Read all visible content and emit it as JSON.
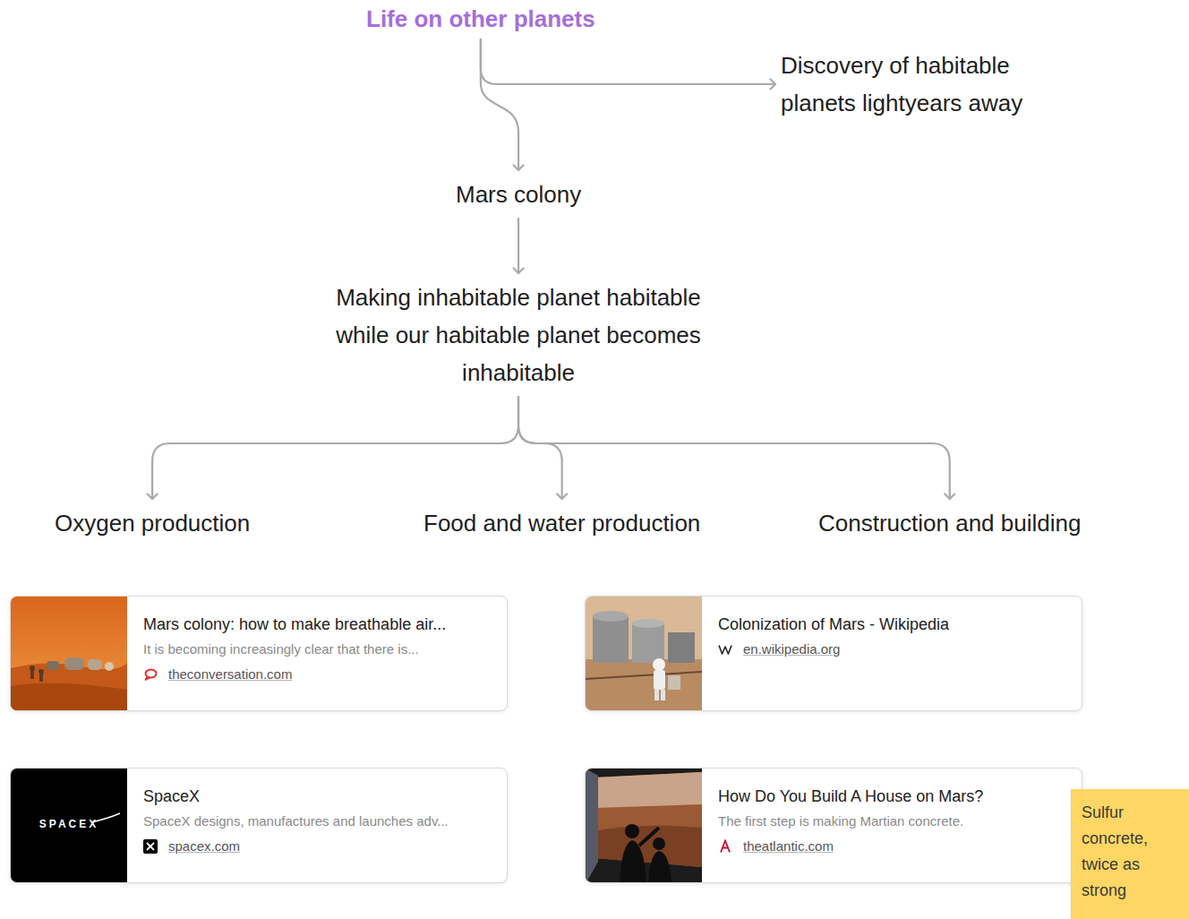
{
  "diagram": {
    "nodes": [
      {
        "text": [
          "Life on other planets"
        ]
      },
      {
        "text": [
          "Discovery of habitable planets lightyears away"
        ]
      },
      {
        "text": [
          "Mars colony"
        ]
      },
      {
        "text": [
          "Making inhabitable planet habitable while our habitable planet becomes inhabitable"
        ]
      },
      {
        "text": [
          "Oxygen production"
        ]
      },
      {
        "text": [
          "Food and water production"
        ]
      },
      {
        "text": [
          "Construction and building"
        ]
      },
      {
        "text": [
          "Mars colony: how to make breathable air...",
          "It is becoming increasingly clear that there is...",
          "theconversation.com"
        ]
      },
      {
        "text": [
          "Colonization of Mars - Wikipedia",
          "en.wikipedia.org"
        ]
      },
      {
        "text": [
          "SpaceX",
          "SpaceX designs, manufactures and launches adv...",
          "spacex.com"
        ]
      },
      {
        "text": [
          "How Do You Build A House on Mars?",
          "The first step is making Martian concrete.",
          "theatlantic.com"
        ]
      },
      {
        "text": [
          "Sulfur concrete, twice as strong"
        ]
      }
    ],
    "edges": [
      {
        "from": 0,
        "to": 1,
        "arrow": "to"
      },
      {
        "from": 0,
        "to": 2,
        "arrow": "to"
      },
      {
        "from": 2,
        "to": 3,
        "arrow": "to"
      },
      {
        "from": 3,
        "to": 4,
        "arrow": "to"
      },
      {
        "from": 3,
        "to": 5,
        "arrow": "to"
      },
      {
        "from": 3,
        "to": 6,
        "arrow": "to"
      }
    ],
    "labels": [
      "SPACEX"
    ]
  }
}
